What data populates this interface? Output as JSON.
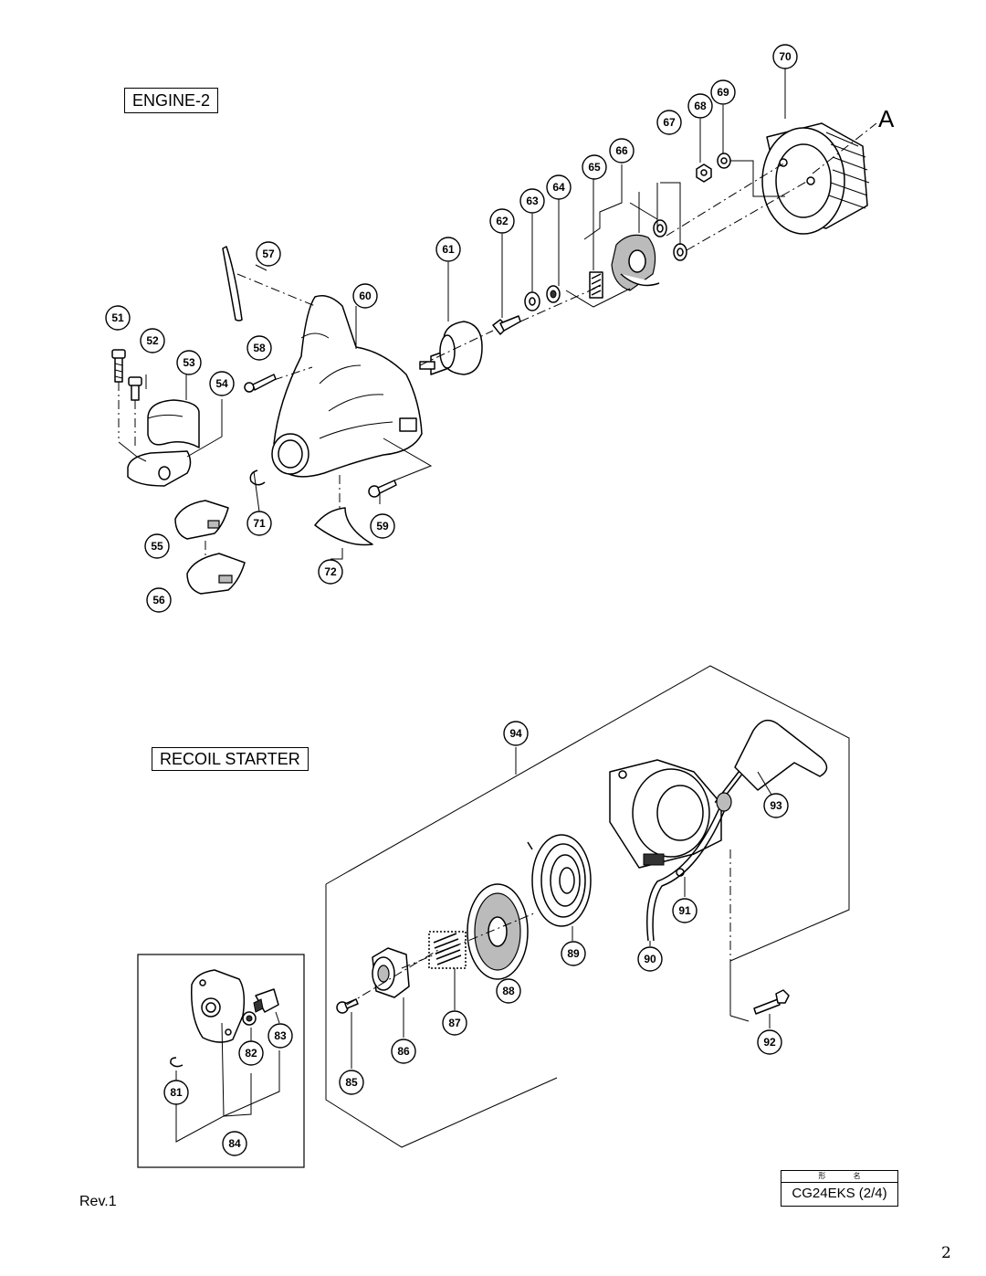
{
  "sections": {
    "engine": "ENGINE-2",
    "recoil": "RECOIL STARTER"
  },
  "reference_letter": "A",
  "footer": {
    "revision": "Rev.1",
    "model_header": "形 名",
    "model": "CG24EKS (2/4)",
    "page_number": "2"
  },
  "callouts": {
    "c51": "51",
    "c52": "52",
    "c53": "53",
    "c54": "54",
    "c55": "55",
    "c56": "56",
    "c57": "57",
    "c58": "58",
    "c59": "59",
    "c60": "60",
    "c61": "61",
    "c62": "62",
    "c63": "63",
    "c64": "64",
    "c65": "65",
    "c66": "66",
    "c67": "67",
    "c68": "68",
    "c69": "69",
    "c70": "70",
    "c71": "71",
    "c72": "72",
    "c81": "81",
    "c82": "82",
    "c83": "83",
    "c84": "84",
    "c85": "85",
    "c86": "86",
    "c87": "87",
    "c88": "88",
    "c89": "89",
    "c90": "90",
    "c91": "91",
    "c92": "92",
    "c93": "93",
    "c94": "94"
  }
}
